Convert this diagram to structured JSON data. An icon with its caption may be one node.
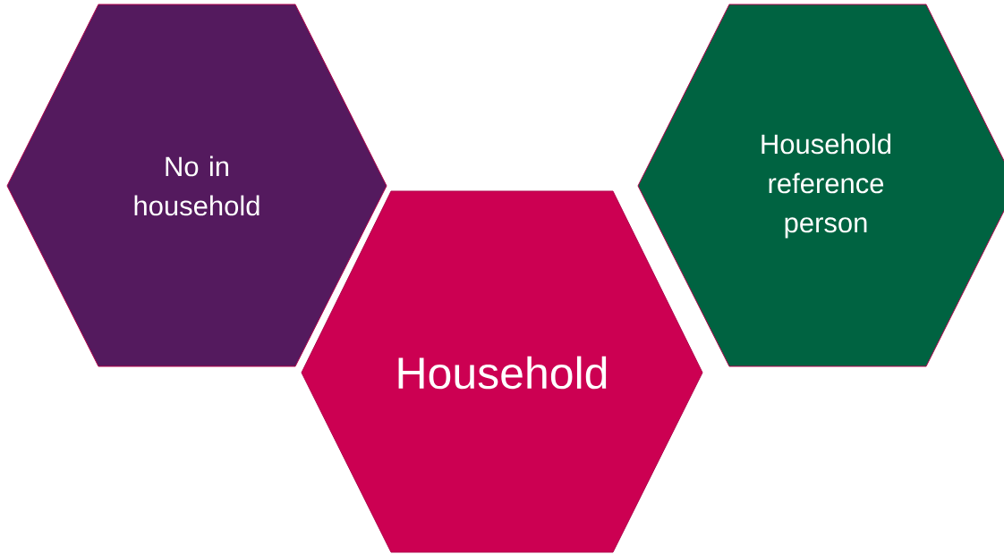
{
  "diagram": {
    "nodes": [
      {
        "text": [
          "No in household"
        ]
      },
      {
        "text": [
          "Household"
        ]
      },
      {
        "text": [
          "Household reference person"
        ]
      }
    ]
  }
}
